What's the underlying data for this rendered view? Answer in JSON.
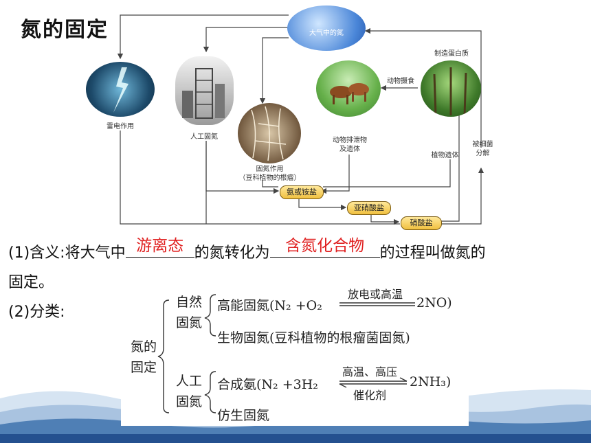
{
  "title": "氮的固定",
  "diagram": {
    "atmosphere": "大气中的氮",
    "lightning": "雷电作用",
    "industrial": "人工固氮",
    "bio_fix_line1": "固氮作用",
    "bio_fix_line2": "（豆科植物的根瘤）",
    "excretion_line1": "动物排泄物",
    "excretion_line2": "及遗体",
    "animal_feeding": "动物摄食",
    "make_protein": "制造蛋白质",
    "plant_remains": "植物遗体",
    "bacteria_line1": "被细菌",
    "bacteria_line2": "分解",
    "ammonia": "氨或铵盐",
    "nitrite": "亚硝酸盐",
    "nitrate": "硝酸盐"
  },
  "definition": {
    "part1": "(1)含义:将大气中",
    "blank1": "游离态",
    "part2": "的氮转化为",
    "blank2": "含氮化合物",
    "part3": "的过程叫做氮的",
    "part4": "固定。"
  },
  "classification": {
    "label": "(2)分类:",
    "root_line1": "氮的",
    "root_line2": "固定",
    "natural_line1": "自然",
    "natural_line2": "固氮",
    "high_energy": "高能固氮(N₂ +O₂",
    "high_energy_condition": "放电或高温",
    "high_energy_product": "2NO)",
    "biological": "生物固氮(豆科植物的根瘤菌固氮)",
    "artificial_line1": "人工",
    "artificial_line2": "固氮",
    "synthetic": "合成氨(N₂ +3H₂",
    "synthetic_condition_top": "高温、高压",
    "synthetic_condition_bottom": "催化剂",
    "synthetic_product": "2NH₃)",
    "biomimetic": "仿生固氮"
  }
}
